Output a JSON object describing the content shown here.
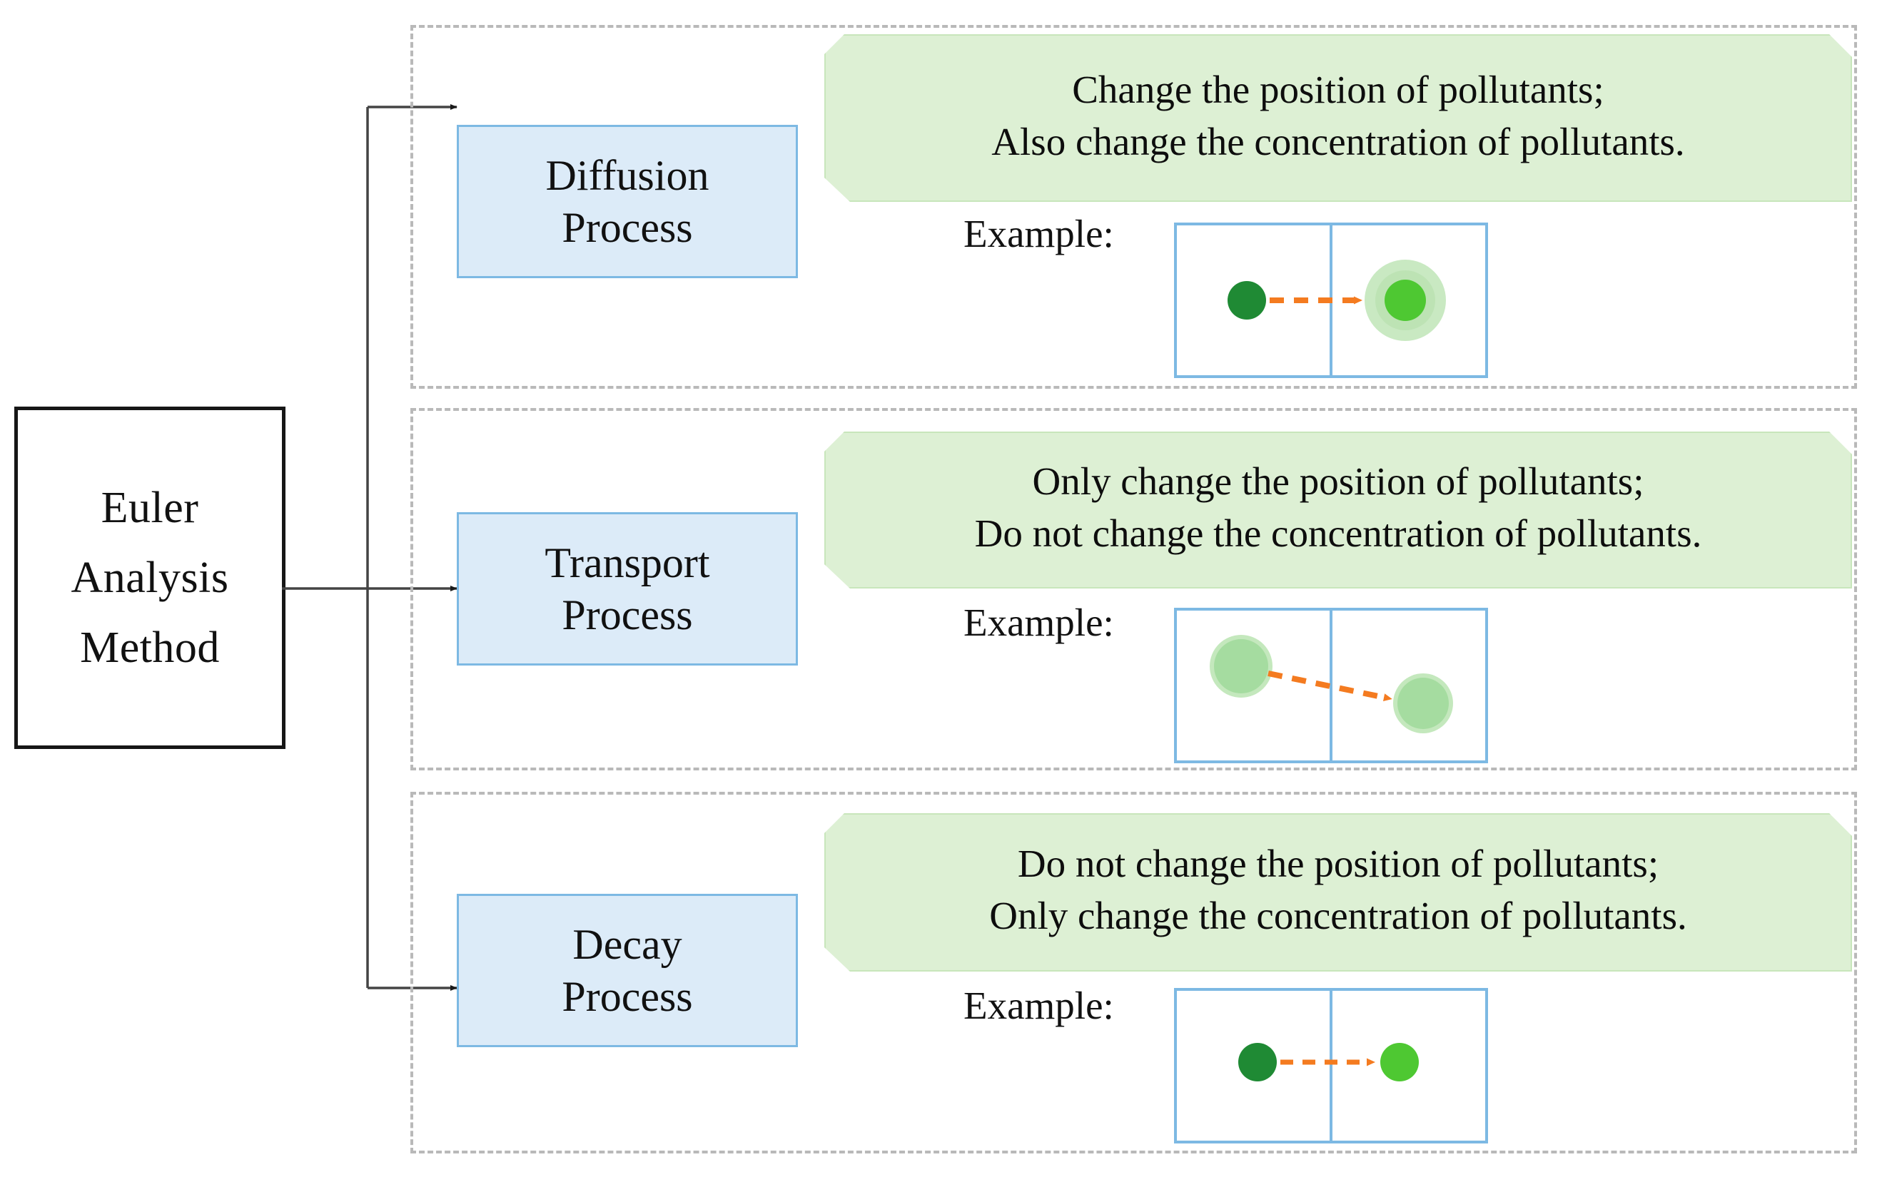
{
  "source": {
    "name": "euler-analysis-method",
    "lines": [
      "Euler",
      "Analysis",
      "Method"
    ]
  },
  "colors": {
    "process_fill": "#dcebf8",
    "process_border": "#7db9e3",
    "callout_fill": "#ddf0d4",
    "callout_border": "#c8e6bb",
    "section_border": "#b9b9b9",
    "connector": "#333333",
    "source_border": "#161616",
    "arrow_orange": "#f47b20",
    "dot_dark_green": "#1f8a34",
    "dot_mid_green": "#4ec832",
    "dot_pale_green": "#a5dca0",
    "dot_halo_green": "#c9e9c2"
  },
  "example_label": "Example:",
  "sections": [
    {
      "id": "diffusion",
      "process": {
        "lines": [
          "Diffusion",
          "Process"
        ]
      },
      "callout": {
        "lines": [
          "Change  the position of pollutants;",
          "Also change  the concentration  of pollutants."
        ]
      },
      "illustration": {
        "type": "diffusion",
        "left_dot": {
          "fill": "#1f8a34",
          "radius": 27,
          "halo": false
        },
        "right_dot": {
          "fill": "#4ec832",
          "radius": 29,
          "halo": true,
          "halo_radius": 57,
          "halo_fill": "#c9e9c2"
        },
        "arrow": {
          "style": "dashed",
          "color": "#f47b20",
          "direction": "horizontal"
        }
      }
    },
    {
      "id": "transport",
      "process": {
        "lines": [
          "Transport",
          "Process"
        ]
      },
      "callout": {
        "lines": [
          "Only  change  the position  of pollutants;",
          "Do not change the concentration of pollutants."
        ]
      },
      "illustration": {
        "type": "transport",
        "left_dot": {
          "fill": "#a5dca0",
          "radius": 44,
          "halo": false
        },
        "right_dot": {
          "fill": "#a5dca0",
          "radius": 42,
          "halo": false
        },
        "arrow": {
          "style": "dashed",
          "color": "#f47b20",
          "direction": "diagonal-down"
        }
      }
    },
    {
      "id": "decay",
      "process": {
        "lines": [
          "Decay",
          "Process"
        ]
      },
      "callout": {
        "lines": [
          "Do not change  the position  of pollutants;",
          "Only  change  the concentration  of pollutants."
        ]
      },
      "illustration": {
        "type": "decay",
        "left_dot": {
          "fill": "#1f8a34",
          "radius": 27,
          "halo": false
        },
        "right_dot": {
          "fill": "#4ec832",
          "radius": 27,
          "halo": false
        },
        "arrow": {
          "style": "dashed",
          "color": "#f47b20",
          "direction": "horizontal"
        }
      }
    }
  ]
}
